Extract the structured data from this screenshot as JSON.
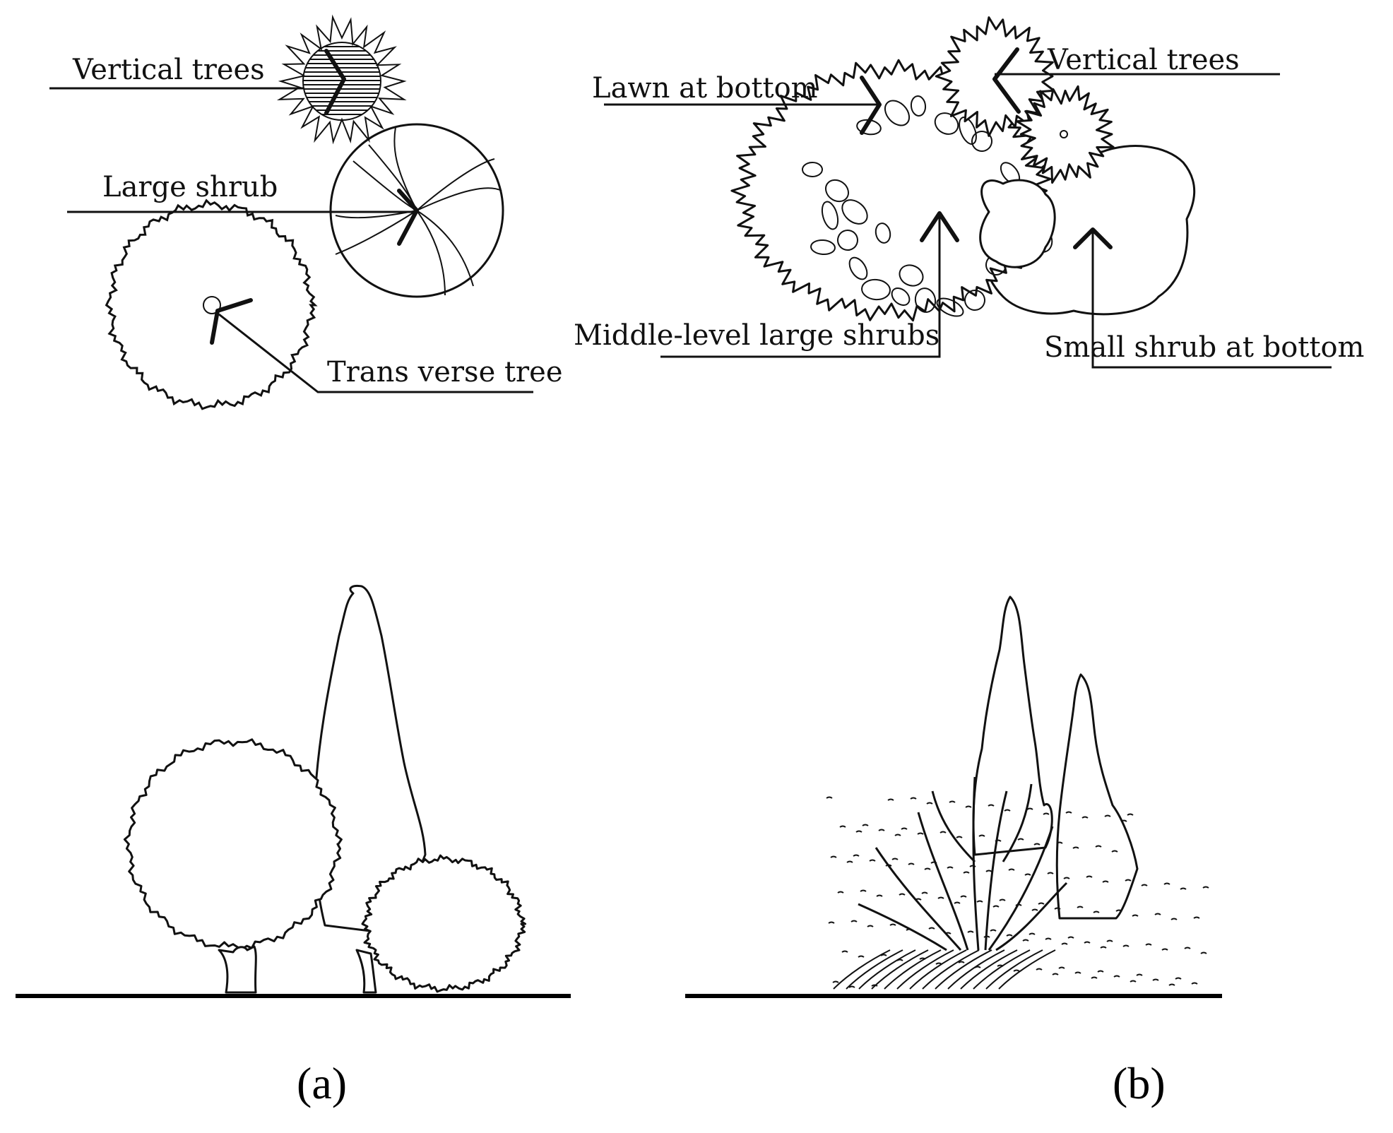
{
  "labels": {
    "a_vertical_trees": "Vertical trees",
    "a_large_shrub": "Large shrub",
    "a_transverse_tree": "Trans verse tree",
    "b_vertical_trees": "Vertical trees",
    "b_lawn_at_bottom": "Lawn at bottom",
    "b_middle_level_large_shrubs": "Middle-level large shrubs",
    "b_small_shrub_at_bottom": "Small shrub at bottom"
  },
  "panels": {
    "a": "(a)",
    "b": "(b)"
  }
}
